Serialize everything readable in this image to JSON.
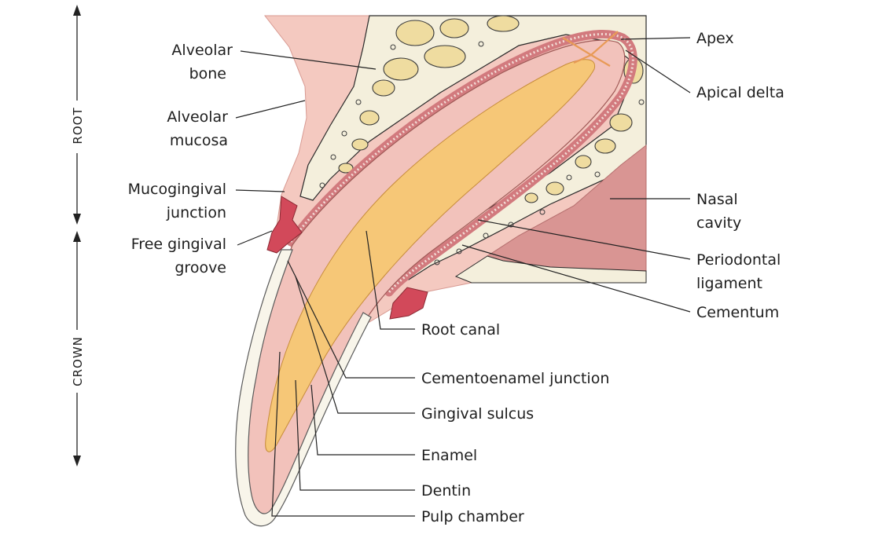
{
  "axis": {
    "root": "ROOT",
    "crown": "CROWN"
  },
  "labels": {
    "alveolar_bone": [
      "Alveolar",
      "bone"
    ],
    "alveolar_mucosa": [
      "Alveolar",
      "mucosa"
    ],
    "mucogingival_junction": [
      "Mucogingival",
      "junction"
    ],
    "free_gingival_groove": [
      "Free gingival",
      "groove"
    ],
    "apex": "Apex",
    "apical_delta": "Apical delta",
    "nasal_cavity": [
      "Nasal",
      "cavity"
    ],
    "periodontal_ligament": [
      "Periodontal",
      "ligament"
    ],
    "cementum": "Cementum",
    "root_canal": "Root canal",
    "cementoenamel_junction": "Cementoenamel junction",
    "gingival_sulcus": "Gingival sulcus",
    "enamel": "Enamel",
    "dentin": "Dentin",
    "pulp_chamber": "Pulp chamber"
  },
  "colors": {
    "soft_tissue": "#f4c9c0",
    "bone": "#f4efdc",
    "bone_spots": "#efdca0",
    "dentin": "#f2c2bb",
    "pulp": "#f6c777",
    "enamel": "#f8f5ea",
    "gingival_margin": "#d2495a",
    "ligament": "#d27a7e",
    "nasal_cavity": "#d99593",
    "apical_delta": "#e89a56"
  }
}
